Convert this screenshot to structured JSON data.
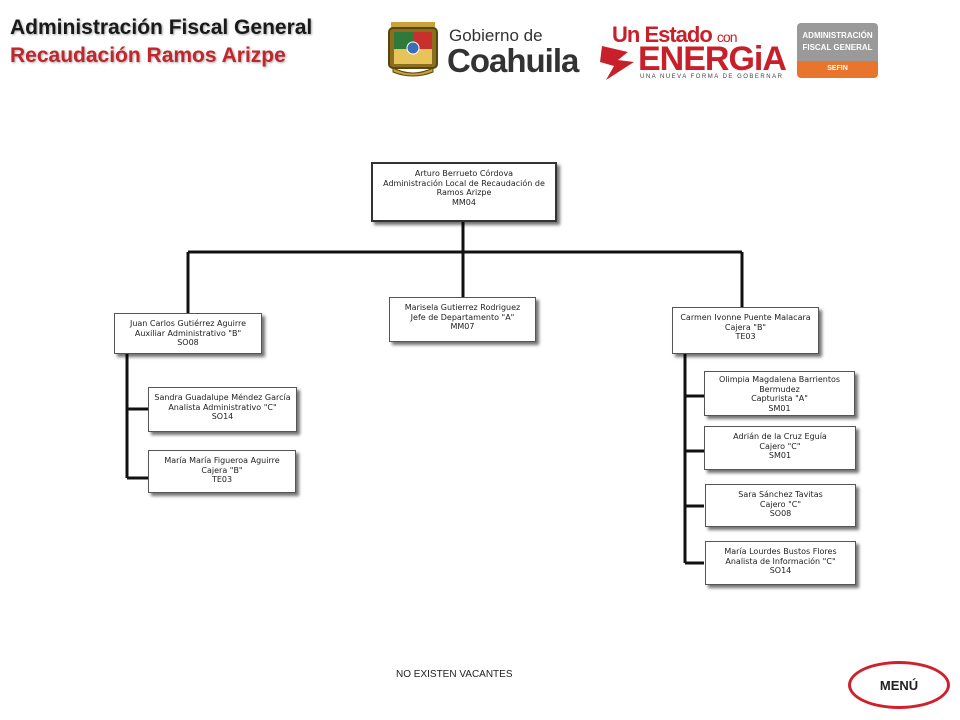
{
  "header": {
    "title": "Administración Fiscal General",
    "subtitle": "Recaudación Ramos Arizpe"
  },
  "logos": {
    "gobierno": {
      "line1": "Gobierno de",
      "line2": "Coahuila"
    },
    "energia": {
      "line1": "Un Estado",
      "line1_small": "con",
      "line2": "ENERGiA",
      "tagline": "UNA NUEVA FORMA DE GOBERNAR"
    },
    "afg": {
      "line1": "ADMINISTRACIÓN",
      "line2": "FISCAL GENERAL",
      "line3": "SEFIN"
    }
  },
  "colors": {
    "accent_red": "#c0262d",
    "afg_gray": "#9a9a9a",
    "afg_orange": "#e9752c"
  },
  "org": {
    "root": {
      "name": "Arturo Berrueto Córdova",
      "role": "Administración Local de Recaudación de Ramos Arizpe",
      "code": "MM04"
    },
    "left": {
      "name": "Juan Carlos Gutiérrez Aguirre",
      "role": "Auxiliar Administrativo \"B\"",
      "code": "SO08"
    },
    "left_children": [
      {
        "name": "Sandra Guadalupe Méndez García",
        "role": "Analista Administrativo \"C\"",
        "code": "SO14"
      },
      {
        "name": "María María Figueroa Aguirre",
        "role": "Cajera \"B\"",
        "code": "TE03"
      }
    ],
    "center": {
      "name": "Marisela Gutierrez Rodriguez",
      "role": "Jefe de Departamento \"A\"",
      "code": "MM07"
    },
    "right": {
      "name": "Carmen Ivonne Puente Malacara",
      "role": "Cajera \"B\"",
      "code": "TE03"
    },
    "right_children": [
      {
        "name": "Olimpia Magdalena Barrientos Bermudez",
        "role": "Capturista \"A\"",
        "code": "SM01"
      },
      {
        "name": "Adrián de la Cruz Eguía",
        "role": "Cajero \"C\"",
        "code": "SM01"
      },
      {
        "name": "Sara Sánchez Tavitas",
        "role": "Cajero \"C\"",
        "code": "SO08"
      },
      {
        "name": "María Lourdes Bustos Flores",
        "role": "Analista de Información \"C\"",
        "code": "SO14"
      }
    ]
  },
  "footer": {
    "note": "NO EXISTEN VACANTES",
    "menu_label": "MENÚ"
  }
}
